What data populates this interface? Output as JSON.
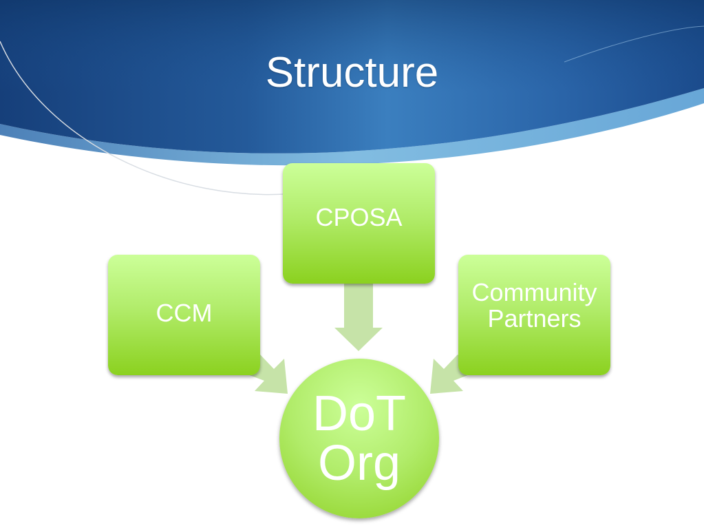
{
  "slide": {
    "title": "Structure",
    "header_colors": {
      "dark": "#163f7a",
      "mid": "#2d6aab",
      "light": "#6cb1dc"
    }
  },
  "diagram": {
    "type": "converging-radial",
    "center": {
      "label": "DoT\nOrg"
    },
    "sources": [
      {
        "label": "CPOSA",
        "direction": "top"
      },
      {
        "label": "CCM",
        "direction": "left"
      },
      {
        "label": "Community\nPartners",
        "direction": "right"
      }
    ],
    "colors": {
      "node_top": "#ccff99",
      "node_bottom": "#8bd11f",
      "arrow": "#c6e3a8",
      "text": "#ffffff"
    }
  }
}
